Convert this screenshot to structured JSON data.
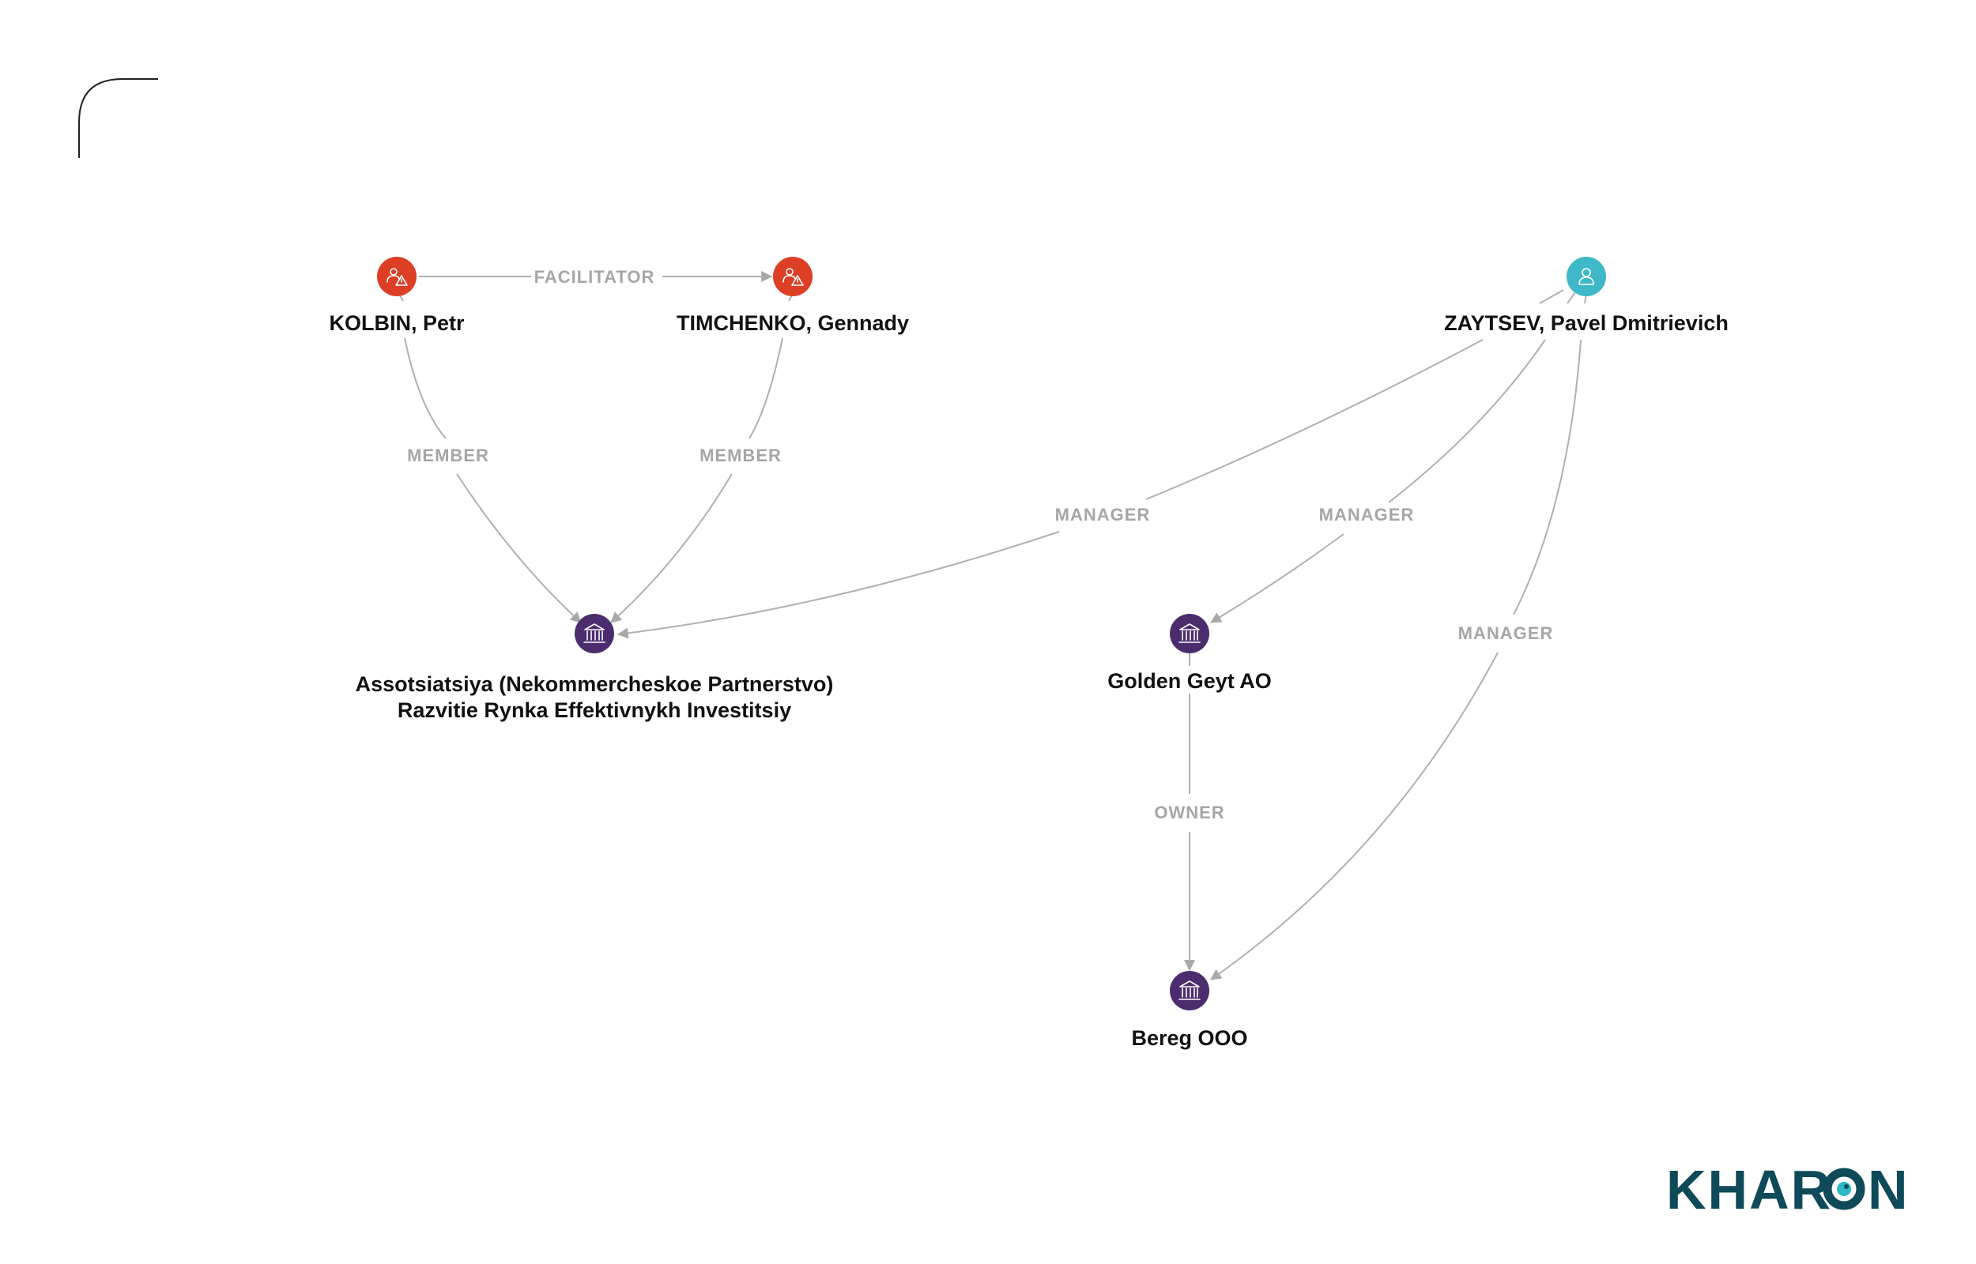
{
  "colors": {
    "sanctioned_person": "#dc3f26",
    "person": "#3fb9c8",
    "entity": "#4b2d6e",
    "edge": "#b0b0b0",
    "edge_label": "#a6a6a6",
    "logo": "#0e4a58",
    "logo_dot": "#2fb8c6"
  },
  "nodes": [
    {
      "id": "kolbin",
      "label": "KOLBIN, Petr",
      "kind": "sanctioned_person",
      "icon": "person-warning-icon"
    },
    {
      "id": "timchenko",
      "label": "TIMCHENKO, Gennady",
      "kind": "sanctioned_person",
      "icon": "person-warning-icon"
    },
    {
      "id": "zaytsev",
      "label": "ZAYTSEV, Pavel Dmitrievich",
      "kind": "person",
      "icon": "person-icon"
    },
    {
      "id": "assotsiatsiya",
      "label_lines": [
        "Assotsiatsiya (Nekommercheskoe Partnerstvo)",
        "Razvitie Rynka Effektivnykh Investitsiy"
      ],
      "kind": "entity",
      "icon": "bank-building-icon"
    },
    {
      "id": "golden",
      "label": "Golden Geyt AO",
      "kind": "entity",
      "icon": "bank-building-icon"
    },
    {
      "id": "bereg",
      "label": "Bereg OOO",
      "kind": "entity",
      "icon": "bank-building-icon"
    }
  ],
  "edges": [
    {
      "id": "e1",
      "from": "kolbin",
      "to": "timchenko",
      "label": "FACILITATOR"
    },
    {
      "id": "e2",
      "from": "kolbin",
      "to": "assotsiatsiya",
      "label": "MEMBER"
    },
    {
      "id": "e3",
      "from": "timchenko",
      "to": "assotsiatsiya",
      "label": "MEMBER"
    },
    {
      "id": "e4",
      "from": "zaytsev",
      "to": "assotsiatsiya",
      "label": "MANAGER"
    },
    {
      "id": "e5",
      "from": "zaytsev",
      "to": "golden",
      "label": "MANAGER"
    },
    {
      "id": "e6",
      "from": "zaytsev",
      "to": "bereg",
      "label": "MANAGER"
    },
    {
      "id": "e7",
      "from": "golden",
      "to": "bereg",
      "label": "OWNER"
    }
  ],
  "logo": {
    "text_before": "KHAR",
    "text_after": "N",
    "icon": "eye-o-icon"
  }
}
